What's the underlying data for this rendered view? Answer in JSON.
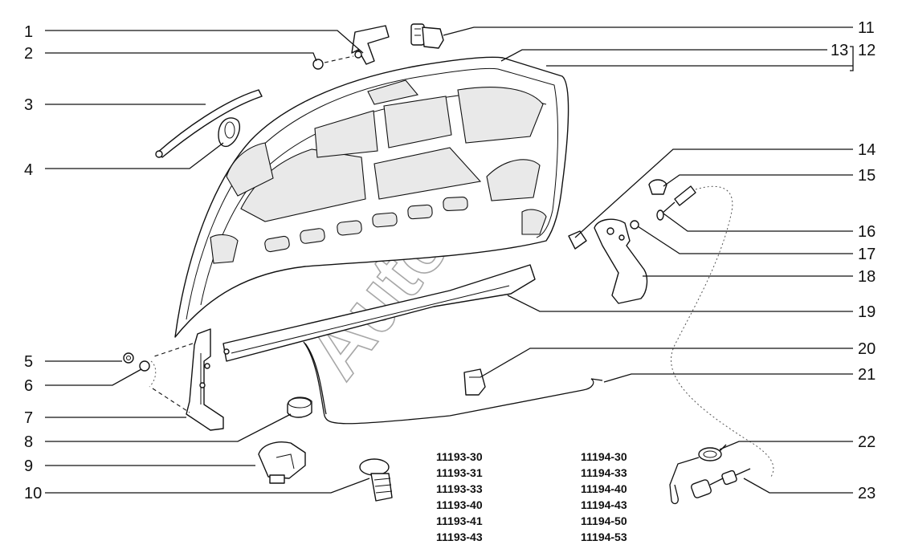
{
  "callouts": {
    "c1": "1",
    "c2": "2",
    "c3": "3",
    "c4": "4",
    "c5": "5",
    "c6": "6",
    "c7": "7",
    "c8": "8",
    "c9": "9",
    "c10": "10",
    "c11": "11",
    "c12": "12",
    "c13": "13",
    "c14": "14",
    "c15": "15",
    "c16": "16",
    "c17": "17",
    "c18": "18",
    "c19": "19",
    "c20": "20",
    "c21": "21",
    "c22": "22",
    "c23": "23"
  },
  "codes_left": [
    "11193-30",
    "11193-31",
    "11193-33",
    "11193-40",
    "11193-41",
    "11193-43"
  ],
  "codes_right": [
    "11194-30",
    "11194-33",
    "11194-40",
    "11194-43",
    "11194-50",
    "11194-53"
  ],
  "watermark": "AutoSoft",
  "colors": {
    "line": "#111111",
    "watermark": "#8a8a8a",
    "background": "#ffffff"
  }
}
